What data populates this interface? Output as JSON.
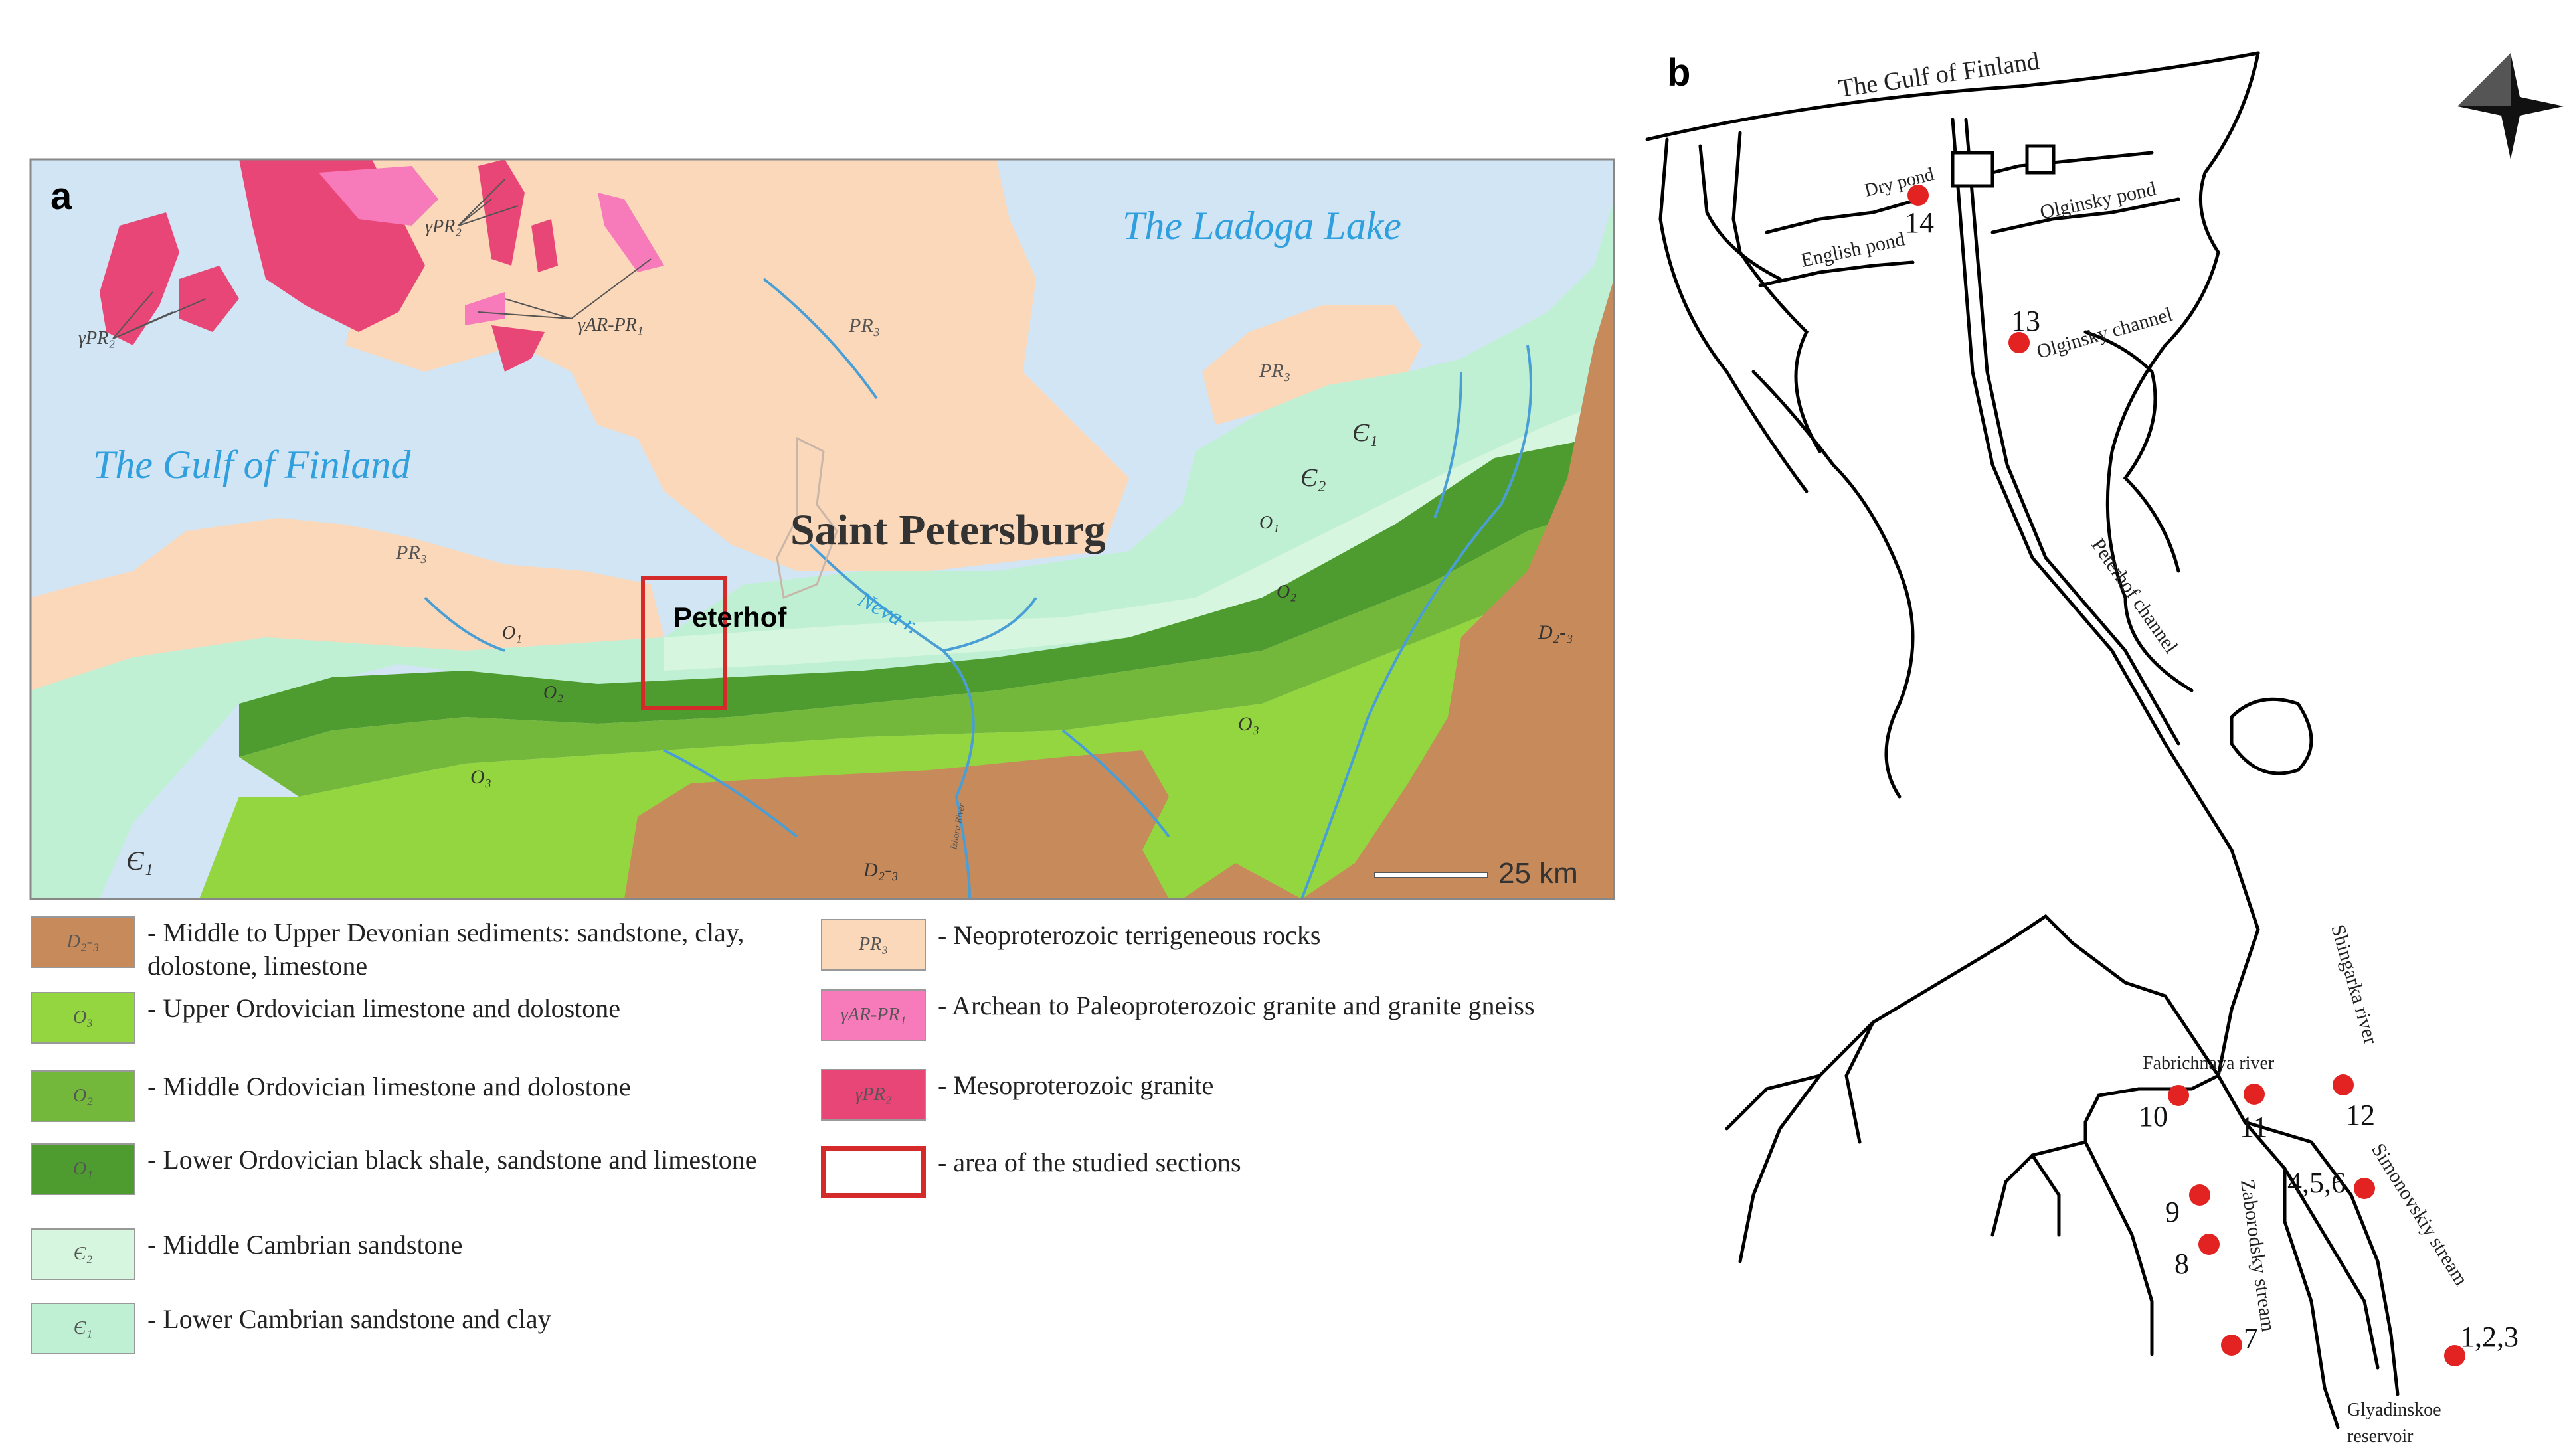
{
  "panel_a": {
    "letter": "a",
    "labels": {
      "gulf": "The Gulf of Finland",
      "ladoga": "The Ladoga Lake",
      "city": "Saint Petersburg",
      "peterhof": "Peterhof",
      "neva": "Neva r.",
      "scale": "25 km",
      "gamma_pr_left": "γPR₂",
      "gamma_pr_top": "γPR₂",
      "gamma_ar": "γAR-PR₁",
      "pr3_a": "PR₃",
      "pr3_b": "PR₃",
      "pr3_c": "PR₃",
      "c1_a": "Є₁",
      "c1_b": "Є₁",
      "c2": "Є₂",
      "o1_a": "O₁",
      "o1_b": "O₁",
      "o2_a": "O₂",
      "o2_b": "O₂",
      "o3_a": "O₃",
      "o3_b": "O₃",
      "d_a": "D₂-₃",
      "d_b": "D₂-₃",
      "river_small": "Izhora River"
    },
    "colors": {
      "water": "#d2e5f4",
      "pr3": "#fad8b9",
      "c1": "#bff0d4",
      "c2": "#d7f6df",
      "o1": "#4e9c2f",
      "o2": "#74b83b",
      "o3": "#94d640",
      "devonian": "#c68a5b",
      "granite": "#e84677",
      "gneiss": "#f77bbb",
      "rivers": "#4a9ed6",
      "highlight": "#d42a2a"
    }
  },
  "legend": {
    "left": [
      {
        "code": "D₂-₃",
        "text": "- Middle to Upper Devonian sediments: sandstone, clay, dolostone, limestone",
        "color": "#c68a5b"
      },
      {
        "code": "O₃",
        "text": "- Upper Ordovician limestone and dolostone",
        "color": "#94d640"
      },
      {
        "code": "O₂",
        "text": "- Middle Ordovician limestone and dolostone",
        "color": "#74b83b"
      },
      {
        "code": "O₁",
        "text": "- Lower Ordovician black shale, sandstone and limestone",
        "color": "#4e9c2f"
      },
      {
        "code": "Є₂",
        "text": "- Middle Cambrian sandstone",
        "color": "#d7f6df"
      },
      {
        "code": "Є₁",
        "text": "- Lower Cambrian sandstone and clay",
        "color": "#bff0d4"
      }
    ],
    "right": [
      {
        "code": "PR₃",
        "text": "- Neoproterozoic terrigeneous rocks",
        "color": "#fad8b9"
      },
      {
        "code": "γAR-PR₁",
        "text": "- Archean to Paleoproterozoic granite and granite gneiss",
        "color": "#f77bbb"
      },
      {
        "code": "γPR₂",
        "text": "- Mesoproterozoic granite",
        "color": "#e84677"
      },
      {
        "code": "",
        "text": "- area of the studied sections",
        "color": "#ffffff"
      }
    ]
  },
  "panel_b": {
    "letter": "b",
    "labels": {
      "gulf": "The Gulf of Finland",
      "dry_pond": "Dry pond",
      "english_pond": "English pond",
      "olginsky_pond": "Olginsky pond",
      "olginsky_channel": "Olginsky channel",
      "peterhof_channel": "Peterhof channel",
      "shingarka": "Shingarka river",
      "fabrichnaya": "Fabrichnaya river",
      "simonovskiy": "Simonovskiy stream",
      "zaborodsky": "Zaborodsky stream",
      "glyadinskoe_1": "Glyadinskoe",
      "glyadinskoe_2": "reservoir"
    },
    "sites": [
      {
        "label": "14"
      },
      {
        "label": "13"
      },
      {
        "label": "12"
      },
      {
        "label": "11"
      },
      {
        "label": "10"
      },
      {
        "label": "9"
      },
      {
        "label": "8"
      },
      {
        "label": "7"
      },
      {
        "label": "4,5,6"
      },
      {
        "label": "1,2,3"
      }
    ]
  }
}
